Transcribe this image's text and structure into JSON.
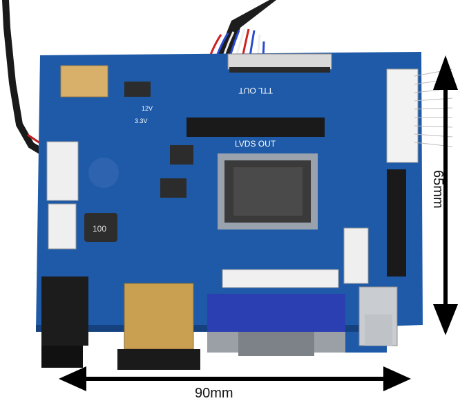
{
  "board": {
    "labels": {
      "ttl": "TTL OUT",
      "lvds": "LVDS OUT",
      "v12": "12V",
      "v33": "3.3V",
      "inductor": "100"
    }
  },
  "dimensions": {
    "width": "90mm",
    "height": "65mm"
  },
  "colors": {
    "pcb": "#1e5aa8",
    "pcb_dark": "#15427e",
    "vga": "#2b3fb3",
    "gold": "#c9a052"
  }
}
